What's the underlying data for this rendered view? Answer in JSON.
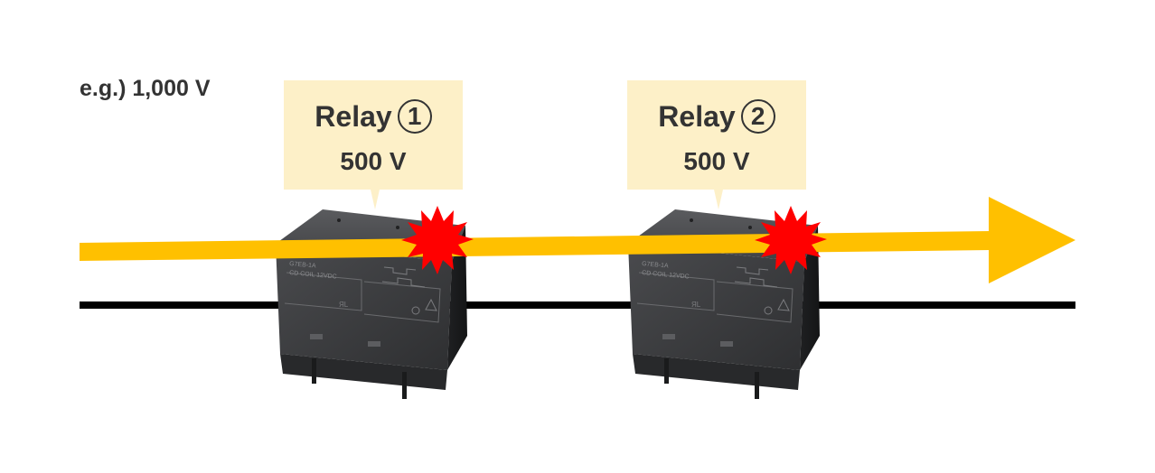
{
  "example": {
    "label": "e.g.) 1,000 V"
  },
  "relays": [
    {
      "name": "Relay",
      "number": "1",
      "voltage": "500 V"
    },
    {
      "name": "Relay",
      "number": "2",
      "voltage": "500 V"
    }
  ],
  "colors": {
    "arrow": "#ffc000",
    "line": "#000000",
    "callout_bg": "#fdf0c8",
    "text": "#333333",
    "spark": "#ff0000",
    "relay_body": "#3a3b3d"
  }
}
